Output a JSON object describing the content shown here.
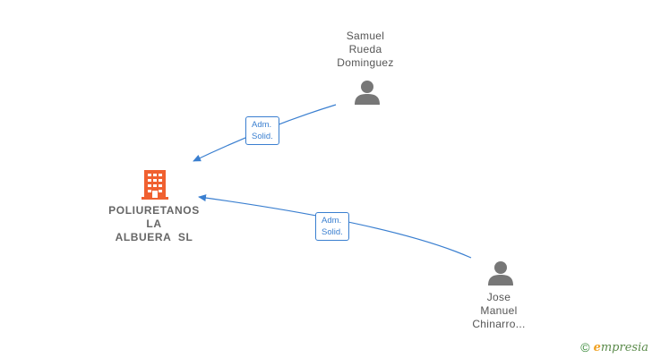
{
  "nodes": {
    "company": {
      "lines": [
        "POLIURETANOS",
        "LA",
        "ALBUERA  SL"
      ],
      "icon": "building-icon",
      "color": "#f06030"
    },
    "person1": {
      "lines": [
        "Samuel",
        "Rueda",
        "Dominguez"
      ],
      "icon": "person-icon",
      "color": "#777777"
    },
    "person2": {
      "lines": [
        "Jose",
        "Manuel",
        "Chinarro..."
      ],
      "icon": "person-icon",
      "color": "#777777"
    }
  },
  "edges": [
    {
      "from": "person1",
      "to": "company",
      "label": [
        "Adm.",
        "Solid."
      ]
    },
    {
      "from": "person2",
      "to": "company",
      "label": [
        "Adm.",
        "Solid."
      ]
    }
  ],
  "edge_color": "#3a7fd0",
  "brand": {
    "copyright": "©",
    "first_letter": "e",
    "rest": "mpresia"
  }
}
